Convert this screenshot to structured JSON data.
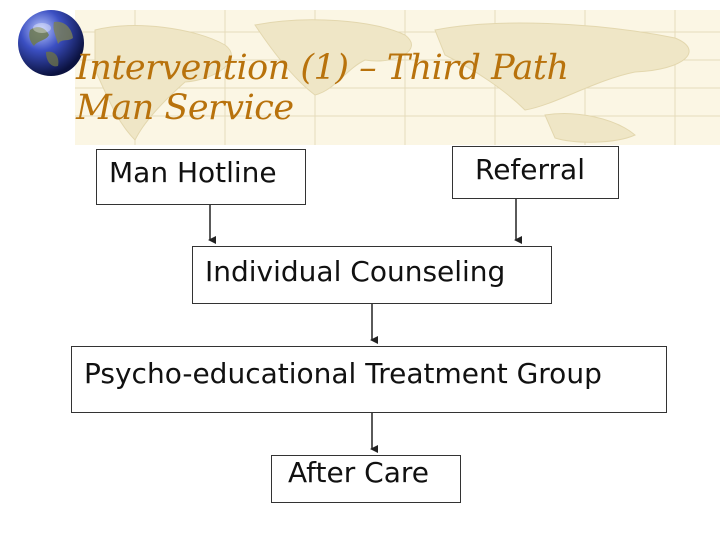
{
  "title": {
    "line1": "Intervention (1) – Third Path",
    "line2": "Man Service"
  },
  "nodes": {
    "hotline": "Man Hotline",
    "referral": "Referral",
    "counseling": "Individual Counseling",
    "group": "Psycho-educational Treatment Group",
    "aftercare": "After Care"
  },
  "edges": [
    {
      "from": "hotline",
      "to": "counseling"
    },
    {
      "from": "referral",
      "to": "counseling"
    },
    {
      "from": "counseling",
      "to": "group"
    },
    {
      "from": "group",
      "to": "aftercare"
    }
  ],
  "colors": {
    "title": "#b8720c",
    "map_background": "#fbf6e4",
    "map_lines": "#e3d9b5"
  },
  "icons": {
    "logo": "globe-icon"
  }
}
